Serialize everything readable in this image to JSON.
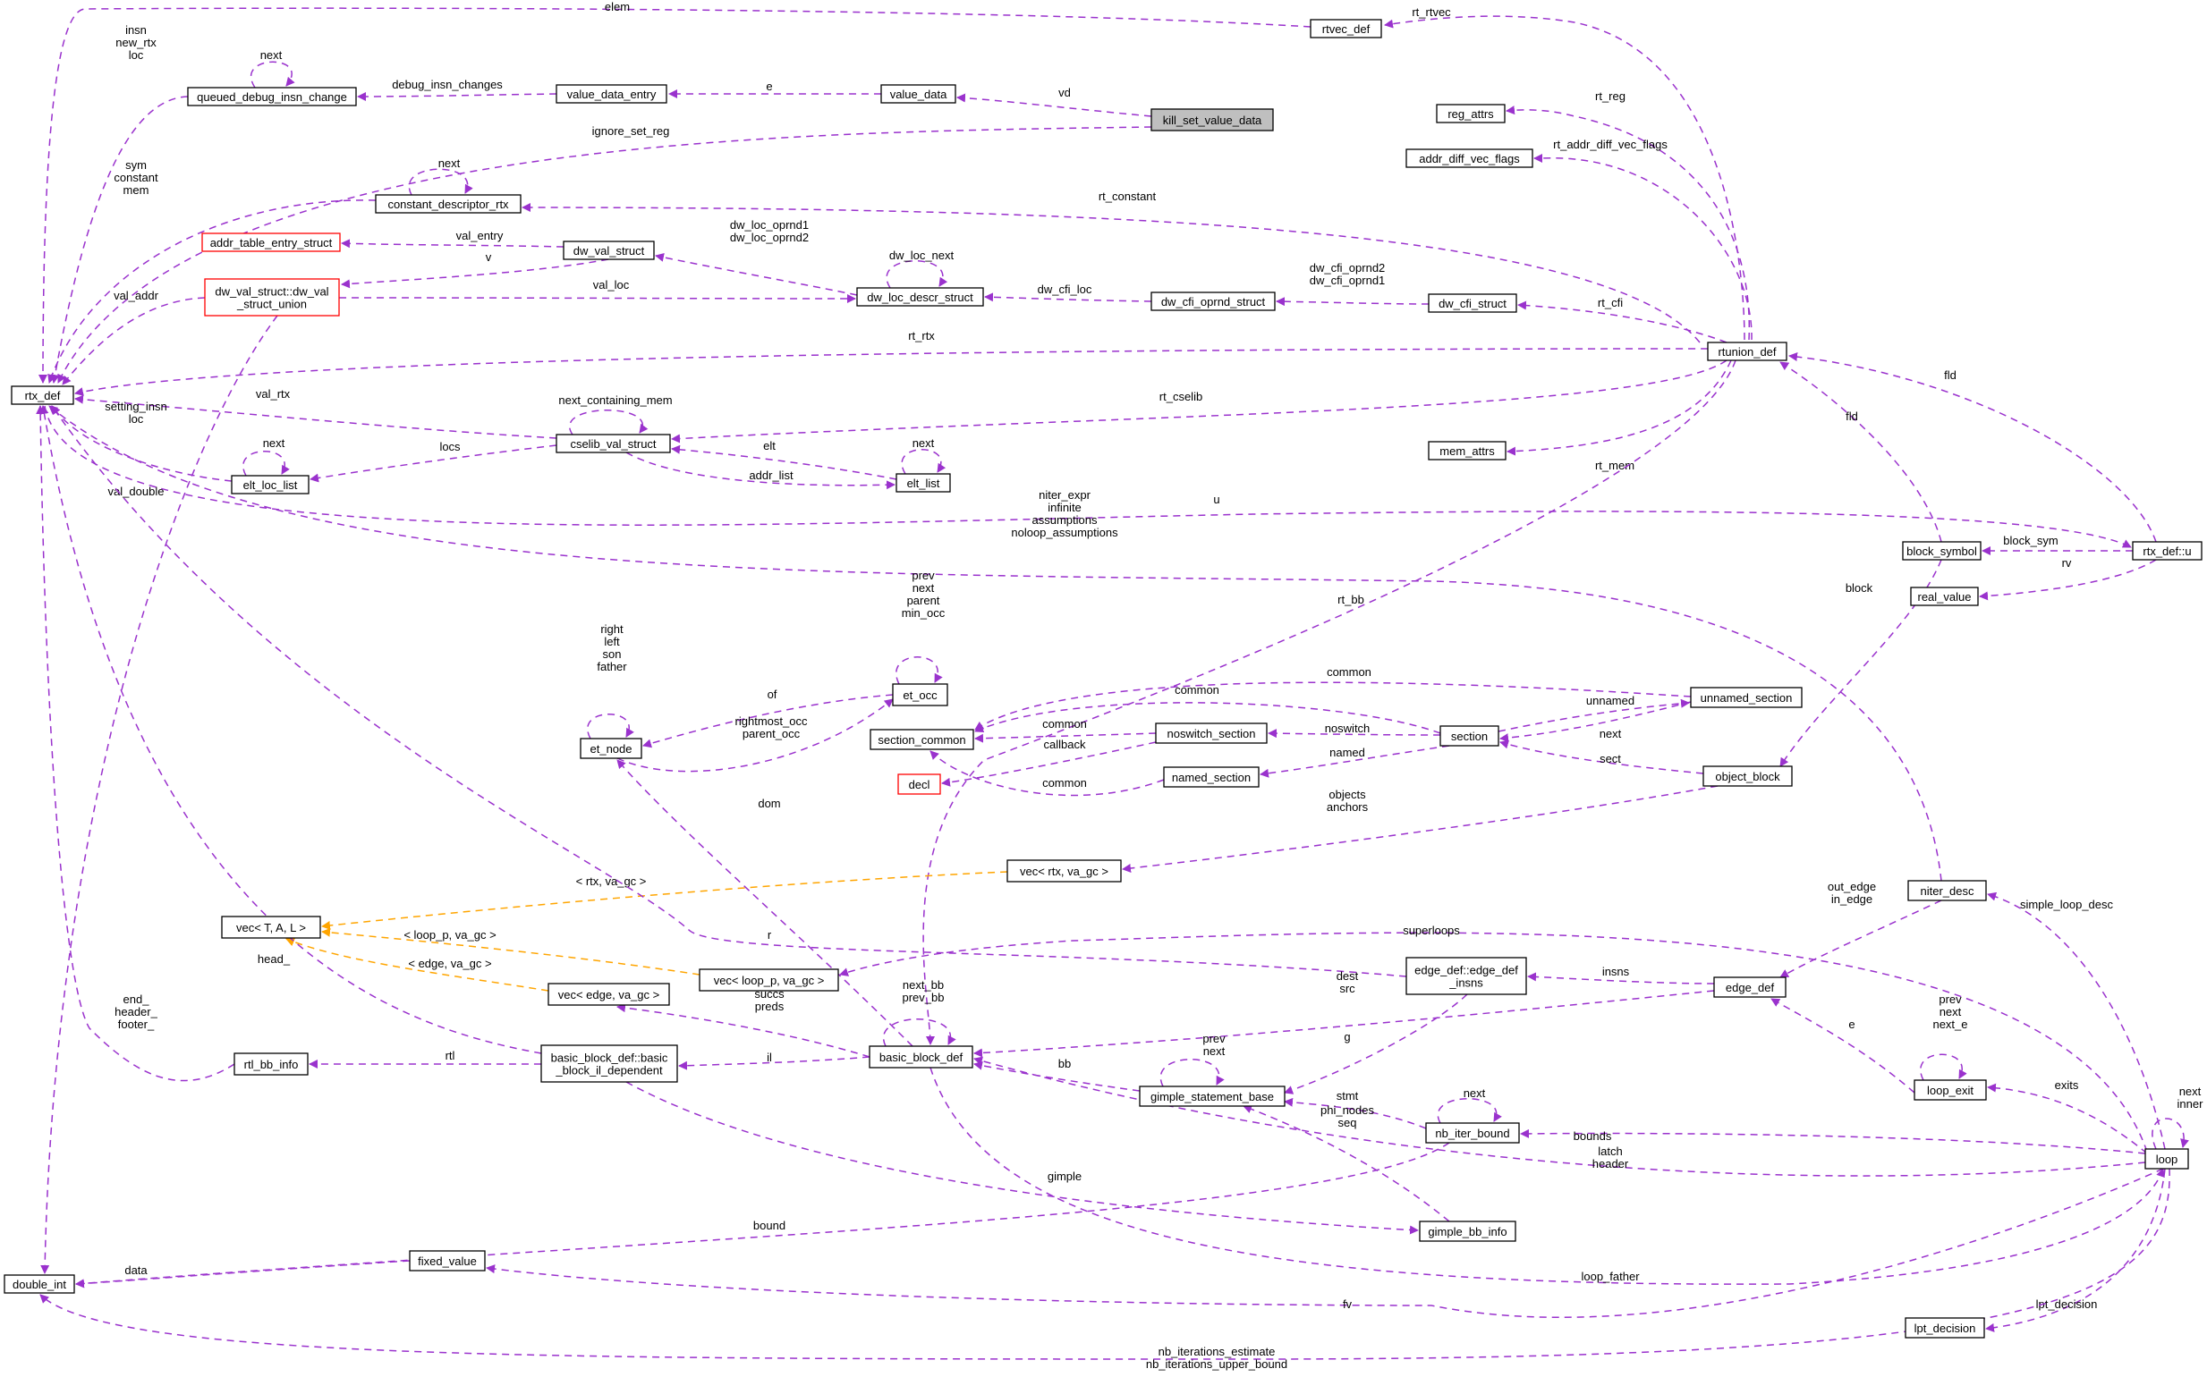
{
  "nodes": [
    {
      "id": "rtx_def",
      "label": "rtx_def",
      "style": "normal"
    },
    {
      "id": "double_int",
      "label": "double_int",
      "style": "normal"
    },
    {
      "id": "queued",
      "label": "queued_debug_insn_change",
      "style": "normal"
    },
    {
      "id": "value_data_entry",
      "label": "value_data_entry",
      "style": "normal"
    },
    {
      "id": "value_data",
      "label": "value_data",
      "style": "normal"
    },
    {
      "id": "kill",
      "label": "kill_set_value_data",
      "style": "gray"
    },
    {
      "id": "rtvec_def",
      "label": "rtvec_def",
      "style": "normal"
    },
    {
      "id": "reg_attrs",
      "label": "reg_attrs",
      "style": "normal"
    },
    {
      "id": "addr_diff",
      "label": "addr_diff_vec_flags",
      "style": "normal"
    },
    {
      "id": "const_desc",
      "label": "constant_descriptor_rtx",
      "style": "normal"
    },
    {
      "id": "addr_table",
      "label": "addr_table_entry_struct",
      "style": "red"
    },
    {
      "id": "dw_val_struct",
      "label": "dw_val_struct",
      "style": "normal"
    },
    {
      "id": "dw_val_union",
      "label": "dw_val_struct::dw_val\n_struct_union",
      "style": "red"
    },
    {
      "id": "dw_loc_descr",
      "label": "dw_loc_descr_struct",
      "style": "normal"
    },
    {
      "id": "dw_cfi_oprnd",
      "label": "dw_cfi_oprnd_struct",
      "style": "normal"
    },
    {
      "id": "dw_cfi_struct",
      "label": "dw_cfi_struct",
      "style": "normal"
    },
    {
      "id": "rtunion_def",
      "label": "rtunion_def",
      "style": "normal"
    },
    {
      "id": "cselib",
      "label": "cselib_val_struct",
      "style": "normal"
    },
    {
      "id": "elt_loc_list",
      "label": "elt_loc_list",
      "style": "normal"
    },
    {
      "id": "elt_list",
      "label": "elt_list",
      "style": "normal"
    },
    {
      "id": "mem_attrs",
      "label": "mem_attrs",
      "style": "normal"
    },
    {
      "id": "block_symbol",
      "label": "block_symbol",
      "style": "normal"
    },
    {
      "id": "rtx_def_u",
      "label": "rtx_def::u",
      "style": "normal"
    },
    {
      "id": "real_value",
      "label": "real_value",
      "style": "normal"
    },
    {
      "id": "et_occ",
      "label": "et_occ",
      "style": "normal"
    },
    {
      "id": "et_node",
      "label": "et_node",
      "style": "normal"
    },
    {
      "id": "section_common",
      "label": "section_common",
      "style": "normal"
    },
    {
      "id": "noswitch",
      "label": "noswitch_section",
      "style": "normal"
    },
    {
      "id": "section",
      "label": "section",
      "style": "normal"
    },
    {
      "id": "unnamed_section",
      "label": "unnamed_section",
      "style": "normal"
    },
    {
      "id": "decl",
      "label": "decl",
      "style": "red"
    },
    {
      "id": "named_section",
      "label": "named_section",
      "style": "normal"
    },
    {
      "id": "object_block",
      "label": "object_block",
      "style": "normal"
    },
    {
      "id": "vec_rtx",
      "label": "vec< rtx, va_gc >",
      "style": "normal"
    },
    {
      "id": "vec_tal",
      "label": "vec< T, A, L >",
      "style": "normal"
    },
    {
      "id": "niter_desc",
      "label": "niter_desc",
      "style": "normal"
    },
    {
      "id": "vec_loop",
      "label": "vec< loop_p, va_gc >",
      "style": "normal"
    },
    {
      "id": "edge_def_insns",
      "label": "edge_def::edge_def\n_insns",
      "style": "normal"
    },
    {
      "id": "edge_def",
      "label": "edge_def",
      "style": "normal"
    },
    {
      "id": "vec_edge",
      "label": "vec< edge, va_gc >",
      "style": "normal"
    },
    {
      "id": "rtl_bb_info",
      "label": "rtl_bb_info",
      "style": "normal"
    },
    {
      "id": "bb_il",
      "label": "basic_block_def::basic\n_block_il_dependent",
      "style": "normal"
    },
    {
      "id": "bb_def",
      "label": "basic_block_def",
      "style": "normal"
    },
    {
      "id": "gimple_stmt",
      "label": "gimple_statement_base",
      "style": "normal"
    },
    {
      "id": "loop_exit",
      "label": "loop_exit",
      "style": "normal"
    },
    {
      "id": "nb_iter",
      "label": "nb_iter_bound",
      "style": "normal"
    },
    {
      "id": "loop",
      "label": "loop",
      "style": "normal"
    },
    {
      "id": "gimple_bb",
      "label": "gimple_bb_info",
      "style": "normal"
    },
    {
      "id": "fixed_value",
      "label": "fixed_value",
      "style": "normal"
    },
    {
      "id": "lpt_decision",
      "label": "lpt_decision",
      "style": "normal"
    }
  ],
  "edges": [
    {
      "id": "e1",
      "label": "elem",
      "color": "purple"
    },
    {
      "id": "e2",
      "label": "rt_rtvec",
      "color": "purple"
    },
    {
      "id": "e3",
      "label": "insn\nnew_rtx\nloc",
      "color": "purple"
    },
    {
      "id": "e4",
      "label": "next",
      "color": "purple"
    },
    {
      "id": "e5",
      "label": "debug_insn_changes",
      "color": "purple"
    },
    {
      "id": "e6",
      "label": "e",
      "color": "purple"
    },
    {
      "id": "e7",
      "label": "vd",
      "color": "purple"
    },
    {
      "id": "e8",
      "label": "ignore_set_reg",
      "color": "purple"
    },
    {
      "id": "e9",
      "label": "rt_reg",
      "color": "purple"
    },
    {
      "id": "e10",
      "label": "rt_addr_diff_vec_flags",
      "color": "purple"
    },
    {
      "id": "e11",
      "label": "next",
      "color": "purple"
    },
    {
      "id": "e12",
      "label": "rt_constant",
      "color": "purple"
    },
    {
      "id": "e13",
      "label": "sym\nconstant\nmem",
      "color": "purple"
    },
    {
      "id": "e14",
      "label": "val_entry",
      "color": "purple"
    },
    {
      "id": "e15",
      "label": "v",
      "color": "purple"
    },
    {
      "id": "e16",
      "label": "dw_loc_oprnd1\ndw_loc_oprnd2",
      "color": "purple"
    },
    {
      "id": "e17",
      "label": "dw_loc_next",
      "color": "purple"
    },
    {
      "id": "e18",
      "label": "val_loc",
      "color": "purple"
    },
    {
      "id": "e19",
      "label": "dw_cfi_loc",
      "color": "purple"
    },
    {
      "id": "e20",
      "label": "dw_cfi_oprnd2\ndw_cfi_oprnd1",
      "color": "purple"
    },
    {
      "id": "e21",
      "label": "rt_cfi",
      "color": "purple"
    },
    {
      "id": "e22",
      "label": "val_addr",
      "color": "purple"
    },
    {
      "id": "e23",
      "label": "rt_rtx",
      "color": "purple"
    },
    {
      "id": "e24",
      "label": "fld",
      "color": "purple"
    },
    {
      "id": "e25",
      "label": "fld",
      "color": "purple"
    },
    {
      "id": "e26",
      "label": "val_rtx",
      "color": "purple"
    },
    {
      "id": "e27",
      "label": "next_containing_mem",
      "color": "purple"
    },
    {
      "id": "e28",
      "label": "rt_cselib",
      "color": "purple"
    },
    {
      "id": "e29",
      "label": "setting_insn\nloc",
      "color": "purple"
    },
    {
      "id": "e30",
      "label": "next",
      "color": "purple"
    },
    {
      "id": "e31",
      "label": "locs",
      "color": "purple"
    },
    {
      "id": "e32",
      "label": "elt",
      "color": "purple"
    },
    {
      "id": "e33",
      "label": "next",
      "color": "purple"
    },
    {
      "id": "e34",
      "label": "addr_list",
      "color": "purple"
    },
    {
      "id": "e35",
      "label": "rt_mem",
      "color": "purple"
    },
    {
      "id": "e36",
      "label": "val_double",
      "color": "purple"
    },
    {
      "id": "e37",
      "label": "u",
      "color": "purple"
    },
    {
      "id": "e38",
      "label": "niter_expr\ninfinite\nassumptions\nnoloop_assumptions",
      "color": "purple"
    },
    {
      "id": "e39",
      "label": "block_sym",
      "color": "purple"
    },
    {
      "id": "e40",
      "label": "rv",
      "color": "purple"
    },
    {
      "id": "e41",
      "label": "block",
      "color": "purple"
    },
    {
      "id": "e42",
      "label": "rt_bb",
      "color": "purple"
    },
    {
      "id": "e43",
      "label": "prev\nnext\nparent\nmin_occ",
      "color": "purple"
    },
    {
      "id": "e44",
      "label": "right\nleft\nson\nfather",
      "color": "purple"
    },
    {
      "id": "e45",
      "label": "of",
      "color": "purple"
    },
    {
      "id": "e46",
      "label": "rightmost_occ\nparent_occ",
      "color": "purple"
    },
    {
      "id": "e47",
      "label": "common",
      "color": "purple"
    },
    {
      "id": "e48",
      "label": "common",
      "color": "purple"
    },
    {
      "id": "e49",
      "label": "common",
      "color": "purple"
    },
    {
      "id": "e50",
      "label": "callback",
      "color": "purple"
    },
    {
      "id": "e51",
      "label": "common",
      "color": "purple"
    },
    {
      "id": "e52",
      "label": "unnamed",
      "color": "purple"
    },
    {
      "id": "e53",
      "label": "noswitch",
      "color": "purple"
    },
    {
      "id": "e54",
      "label": "next",
      "color": "purple"
    },
    {
      "id": "e55",
      "label": "named",
      "color": "purple"
    },
    {
      "id": "e56",
      "label": "sect",
      "color": "purple"
    },
    {
      "id": "e57",
      "label": "objects\nanchors",
      "color": "purple"
    },
    {
      "id": "e58",
      "label": "dom",
      "color": "purple"
    },
    {
      "id": "e59",
      "label": "< rtx, va_gc >",
      "color": "orange"
    },
    {
      "id": "e60",
      "label": "< loop_p, va_gc >",
      "color": "orange"
    },
    {
      "id": "e61",
      "label": "< edge, va_gc >",
      "color": "orange"
    },
    {
      "id": "e62",
      "label": "head_",
      "color": "purple"
    },
    {
      "id": "e63",
      "label": "r",
      "color": "purple"
    },
    {
      "id": "e64",
      "label": "superloops",
      "color": "purple"
    },
    {
      "id": "e65",
      "label": "out_edge\nin_edge",
      "color": "purple"
    },
    {
      "id": "e66",
      "label": "simple_loop_desc",
      "color": "purple"
    },
    {
      "id": "e67",
      "label": "insns",
      "color": "purple"
    },
    {
      "id": "e68",
      "label": "dest\nsrc",
      "color": "purple"
    },
    {
      "id": "e69",
      "label": "succs\npreds",
      "color": "purple"
    },
    {
      "id": "e70",
      "label": "next_bb\nprev_bb",
      "color": "purple"
    },
    {
      "id": "e71",
      "label": "e",
      "color": "purple"
    },
    {
      "id": "e72",
      "label": "prev\nnext\nnext_e",
      "color": "purple"
    },
    {
      "id": "e73",
      "label": "end_\nheader_\nfooter_",
      "color": "purple"
    },
    {
      "id": "e74",
      "label": "rtl",
      "color": "purple"
    },
    {
      "id": "e75",
      "label": "il",
      "color": "purple"
    },
    {
      "id": "e76",
      "label": "bb",
      "color": "purple"
    },
    {
      "id": "e77",
      "label": "prev\nnext",
      "color": "purple"
    },
    {
      "id": "e78",
      "label": "g",
      "color": "purple"
    },
    {
      "id": "e79",
      "label": "exits",
      "color": "purple"
    },
    {
      "id": "e80",
      "label": "next",
      "color": "purple"
    },
    {
      "id": "e81",
      "label": "stmt",
      "color": "purple"
    },
    {
      "id": "e82",
      "label": "next\ninner",
      "color": "purple"
    },
    {
      "id": "e83",
      "label": "bounds",
      "color": "purple"
    },
    {
      "id": "e84",
      "label": "latch\nheader",
      "color": "purple"
    },
    {
      "id": "e85",
      "label": "phi_nodes\nseq",
      "color": "purple"
    },
    {
      "id": "e86",
      "label": "gimple",
      "color": "purple"
    },
    {
      "id": "e87",
      "label": "bound",
      "color": "purple"
    },
    {
      "id": "e88",
      "label": "data",
      "color": "purple"
    },
    {
      "id": "e89",
      "label": "loop_father",
      "color": "purple"
    },
    {
      "id": "e90",
      "label": "fv",
      "color": "purple"
    },
    {
      "id": "e91",
      "label": "lpt_decision",
      "color": "purple"
    },
    {
      "id": "e92",
      "label": "nb_iterations_estimate\nnb_iterations_upper_bound",
      "color": "purple"
    }
  ],
  "colors": {
    "purple": "#9a32cd",
    "orange": "#ffa500",
    "red": "#ff0000",
    "gray": "#bfbfbf",
    "border": "#000000"
  }
}
